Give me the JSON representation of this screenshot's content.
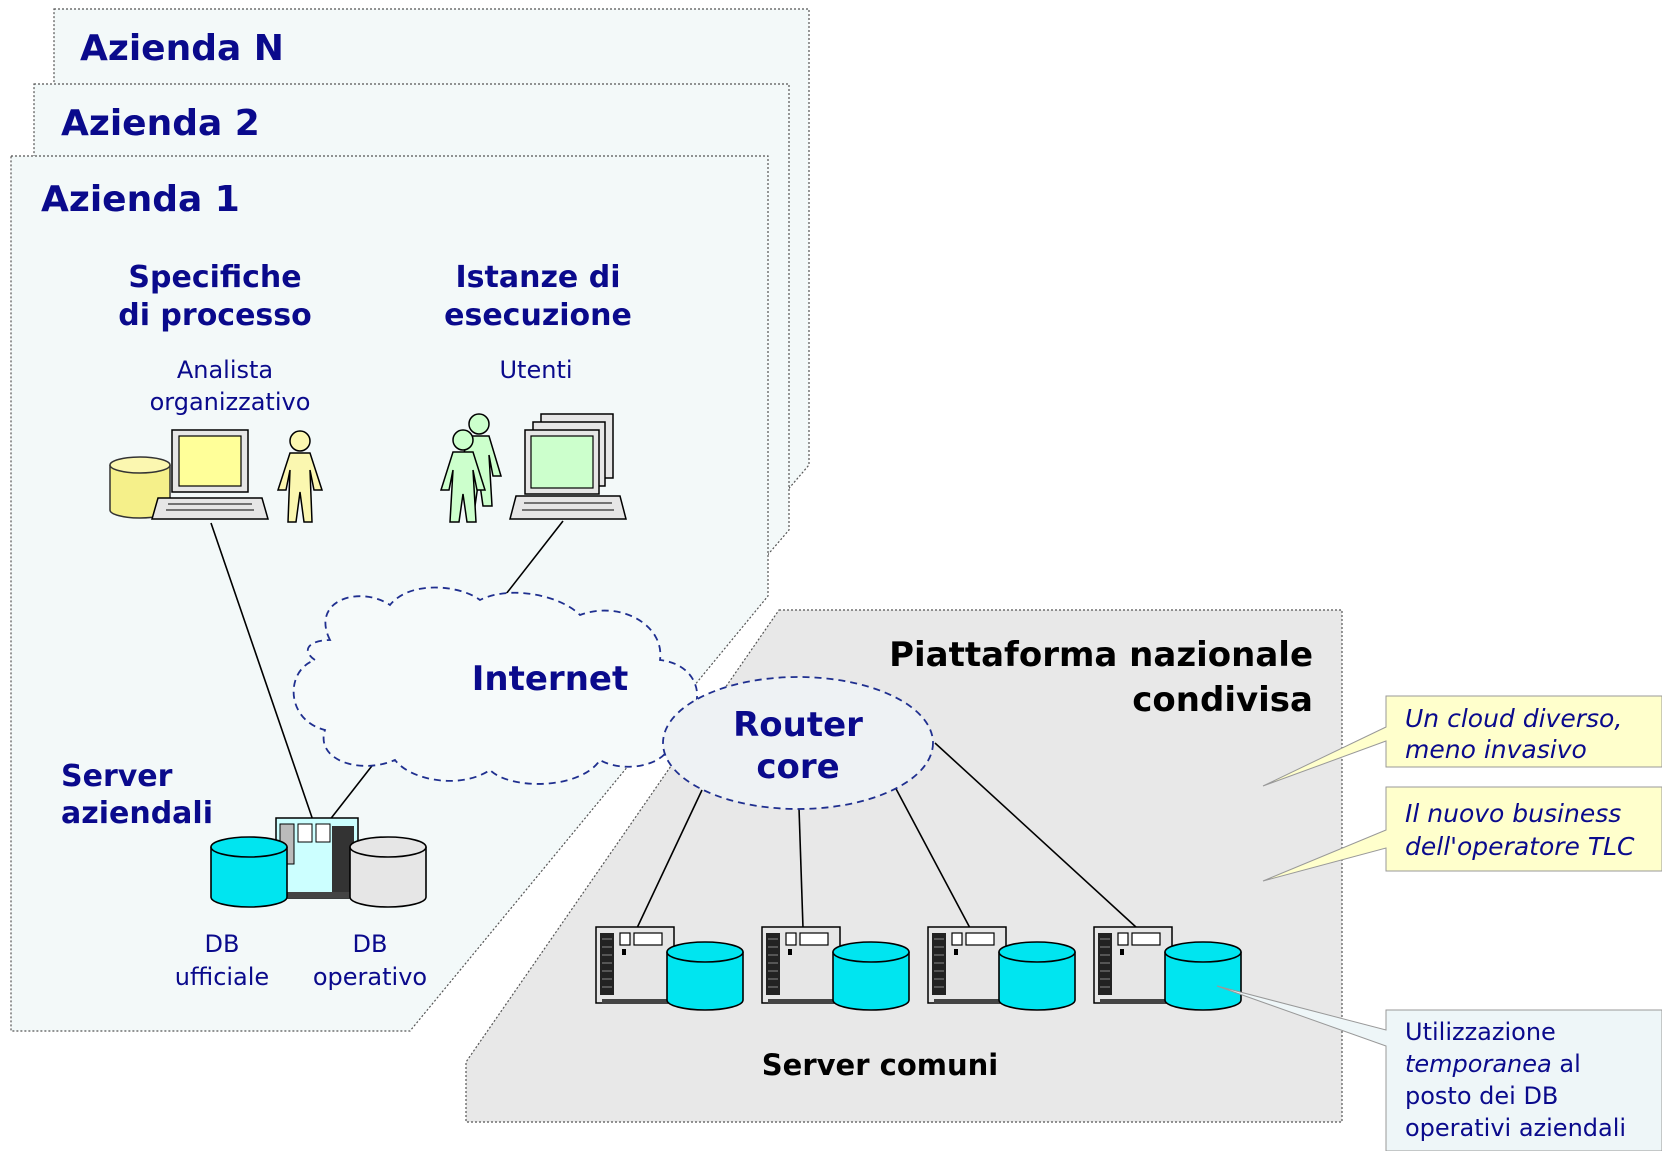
{
  "companies": {
    "n_label": "Azienda N",
    "two_label": "Azienda 2",
    "one_label": "Azienda 1"
  },
  "process_specs": {
    "title_line1": "Specifiche",
    "title_line2": "di processo",
    "role_line1": "Analista",
    "role_line2": "organizzativo"
  },
  "execution_instances": {
    "title_line1": "Istanze di",
    "title_line2": "esecuzione",
    "role": "Utenti"
  },
  "company_servers": {
    "title_line1": "Server",
    "title_line2": "aziendali",
    "db_official_line1": "DB",
    "db_official_line2": "ufficiale",
    "db_operational_line1": "DB",
    "db_operational_line2": "operativo"
  },
  "internet_label": "Internet",
  "router": {
    "line1": "Router",
    "line2": "core"
  },
  "platform": {
    "title_line1": "Piattaforma nazionale",
    "title_line2": "condivisa",
    "servers_label": "Server comuni"
  },
  "callouts": {
    "cloud_line1": "Un cloud diverso,",
    "cloud_line2": "meno invasivo",
    "business_line1": "Il nuovo business",
    "business_line2": "dell'operatore TLC",
    "usage_line1": "Utilizzazione",
    "usage_line2_italic": "temporanea",
    "usage_line2_rest": " al",
    "usage_line3": "posto dei DB",
    "usage_line4": "operativi aziendali"
  },
  "colors": {
    "text_blue": "#0a0a8c",
    "company_panel_fill": "#f3f9f9",
    "platform_panel_fill": "#e8e8e8",
    "callout_yellow": "#ffffcc",
    "callout_blue": "#eef6f8",
    "db_cyan": "#00e5f0",
    "laptop_screen_yellow": "#ffff99",
    "laptop_screen_green": "#ccffcc"
  },
  "icons": {
    "analyst_laptop": "laptop-icon",
    "analyst_db": "database-icon",
    "analyst_person": "person-icon",
    "users_group": "people-icon",
    "users_workstation": "desktop-computer-icon",
    "server": "server-icon",
    "cloud": "cloud-icon"
  }
}
